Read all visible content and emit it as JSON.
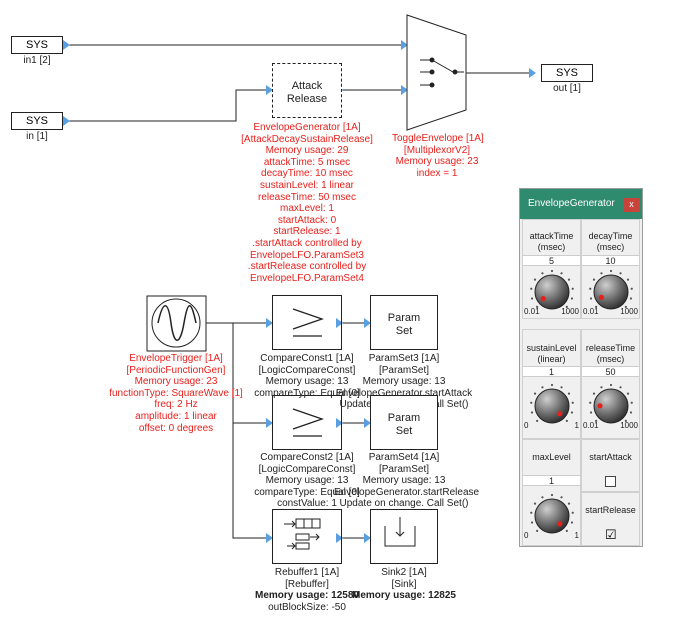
{
  "colors": {
    "annotation": "#e8201c",
    "panel_header": "#2e8b6e",
    "close_button": "#c8443a",
    "port": "#5aa0e0"
  },
  "sys_in1": {
    "label": "SYS",
    "caption": "in1 [2]"
  },
  "sys_in": {
    "label": "SYS",
    "caption": "in [1]"
  },
  "sys_out": {
    "label": "SYS",
    "caption": "out [1]"
  },
  "attack_block": {
    "line1": "Attack",
    "line2": "Release"
  },
  "envelope_generator_info": [
    "EnvelopeGenerator [1A]",
    "[AttackDecaySustainRelease]",
    "Memory usage: 29",
    "attackTime: 5 msec",
    "decayTime: 10 msec",
    "sustainLevel: 1 linear",
    "releaseTime: 50 msec",
    "maxLevel: 1",
    "startAttack: 0",
    "startRelease: 1",
    ".startAttack controlled by",
    "EnvelopeLFO.ParamSet3",
    ".startRelease controlled by",
    "EnvelopeLFO.ParamSet4"
  ],
  "toggle_info": [
    "ToggleEnvelope [1A]",
    "[MultiplexorV2]",
    "Memory usage: 23",
    "index = 1"
  ],
  "trigger_info": [
    "EnvelopeTrigger [1A]",
    "[PeriodicFunctionGen]",
    "Memory usage: 23",
    "functionType: SquareWave [1]",
    "freq: 2 Hz",
    "amplitude: 1 linear",
    "offset: 0 degrees"
  ],
  "compare1_info": [
    "CompareConst1 [1A]",
    "[LogicCompareConst]",
    "Memory usage: 13",
    "compareType: Equal [0]"
  ],
  "paramset3_info": [
    "ParamSet3 [1A]",
    "[ParamSet]",
    "Memory usage: 13",
    "EnvelopeGenerator.startAttack",
    "Update on change. Call Set()"
  ],
  "compare2_info": [
    "CompareConst2 [1A]",
    "[LogicCompareConst]",
    "Memory usage: 13",
    "compareType: Equal [0]",
    "constValue: 1"
  ],
  "paramset4_info": [
    "ParamSet4 [1A]",
    "[ParamSet]",
    "Memory usage: 13",
    "EnvelopeGenerator.startRelease",
    "Update on change. Call Set()"
  ],
  "paramset_block": {
    "line1": "Param",
    "line2": "Set"
  },
  "rebuffer_info": [
    "Rebuffer1 [1A]",
    "[Rebuffer]",
    "Memory usage: 12580",
    "outBlockSize: -50"
  ],
  "sink_info": [
    "Sink2 [1A]",
    "[Sink]",
    "Memory usage: 12825"
  ],
  "panel": {
    "title": "EnvelopeGenerator",
    "close": "x",
    "attack": {
      "label1": "attackTime",
      "label2": "(msec)",
      "value": "5",
      "min": "0.01",
      "max": "1000",
      "level": 0.03
    },
    "decay": {
      "label1": "decayTime",
      "label2": "(msec)",
      "value": "10",
      "min": "0.01",
      "max": "1000",
      "level": 0.06
    },
    "sustain": {
      "label1": "sustainLevel",
      "label2": "(linear)",
      "value": "1",
      "min": "0",
      "max": "1",
      "level": 1
    },
    "release": {
      "label1": "releaseTime",
      "label2": "(msec)",
      "value": "50",
      "min": "0.01",
      "max": "1000",
      "level": 0.17
    },
    "maxlevel": {
      "label1": "maxLevel",
      "value": "1",
      "min": "0",
      "max": "1",
      "level": 1
    },
    "start_attack": {
      "label": "startAttack",
      "checked": ""
    },
    "start_release": {
      "label": "startRelease",
      "checked": "☑"
    }
  }
}
